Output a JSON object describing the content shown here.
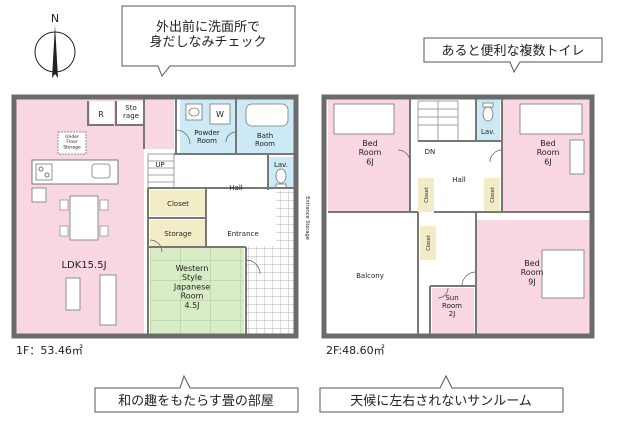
{
  "compass": {
    "letter": "N"
  },
  "callouts": {
    "top_left": "外出前に洗面所で\n身だしなみチェック",
    "top_right": "あると便利な複数トイレ",
    "bottom_left": "和の趣をもたらす畳の部屋",
    "bottom_right": "天候に左右されないサンルーム"
  },
  "floor1": {
    "area": "1F：53.46㎡",
    "rooms": {
      "ldk": "LDK15.5J",
      "r": "R",
      "storage_top": "Sto\nrage",
      "under_floor": "Under\nFloor\nStorage",
      "w": "W",
      "powder": "Powder\nRoom",
      "bath": "Bath\nRoom",
      "lav": "Lav.",
      "up": "UP",
      "hall": "Hall",
      "closet": "Closet",
      "storage": "Storage",
      "entrance": "Entrance",
      "entrance_storage": "Entrance Storage",
      "japanese": "Western\nStyle\nJapanese\nRoom\n4.5J"
    }
  },
  "floor2": {
    "area": "2F:48.60㎡",
    "rooms": {
      "bed_left": "Bed\nRoom\n6J",
      "bed_right": "Bed\nRoom\n6J",
      "bed_big": "Bed\nRoom\n9J",
      "dn": "DN",
      "lav": "Lav.",
      "hall": "Hall",
      "closet": "Closet",
      "balcony": "Balcony",
      "sun": "Sun\nRoom\n2J"
    }
  }
}
